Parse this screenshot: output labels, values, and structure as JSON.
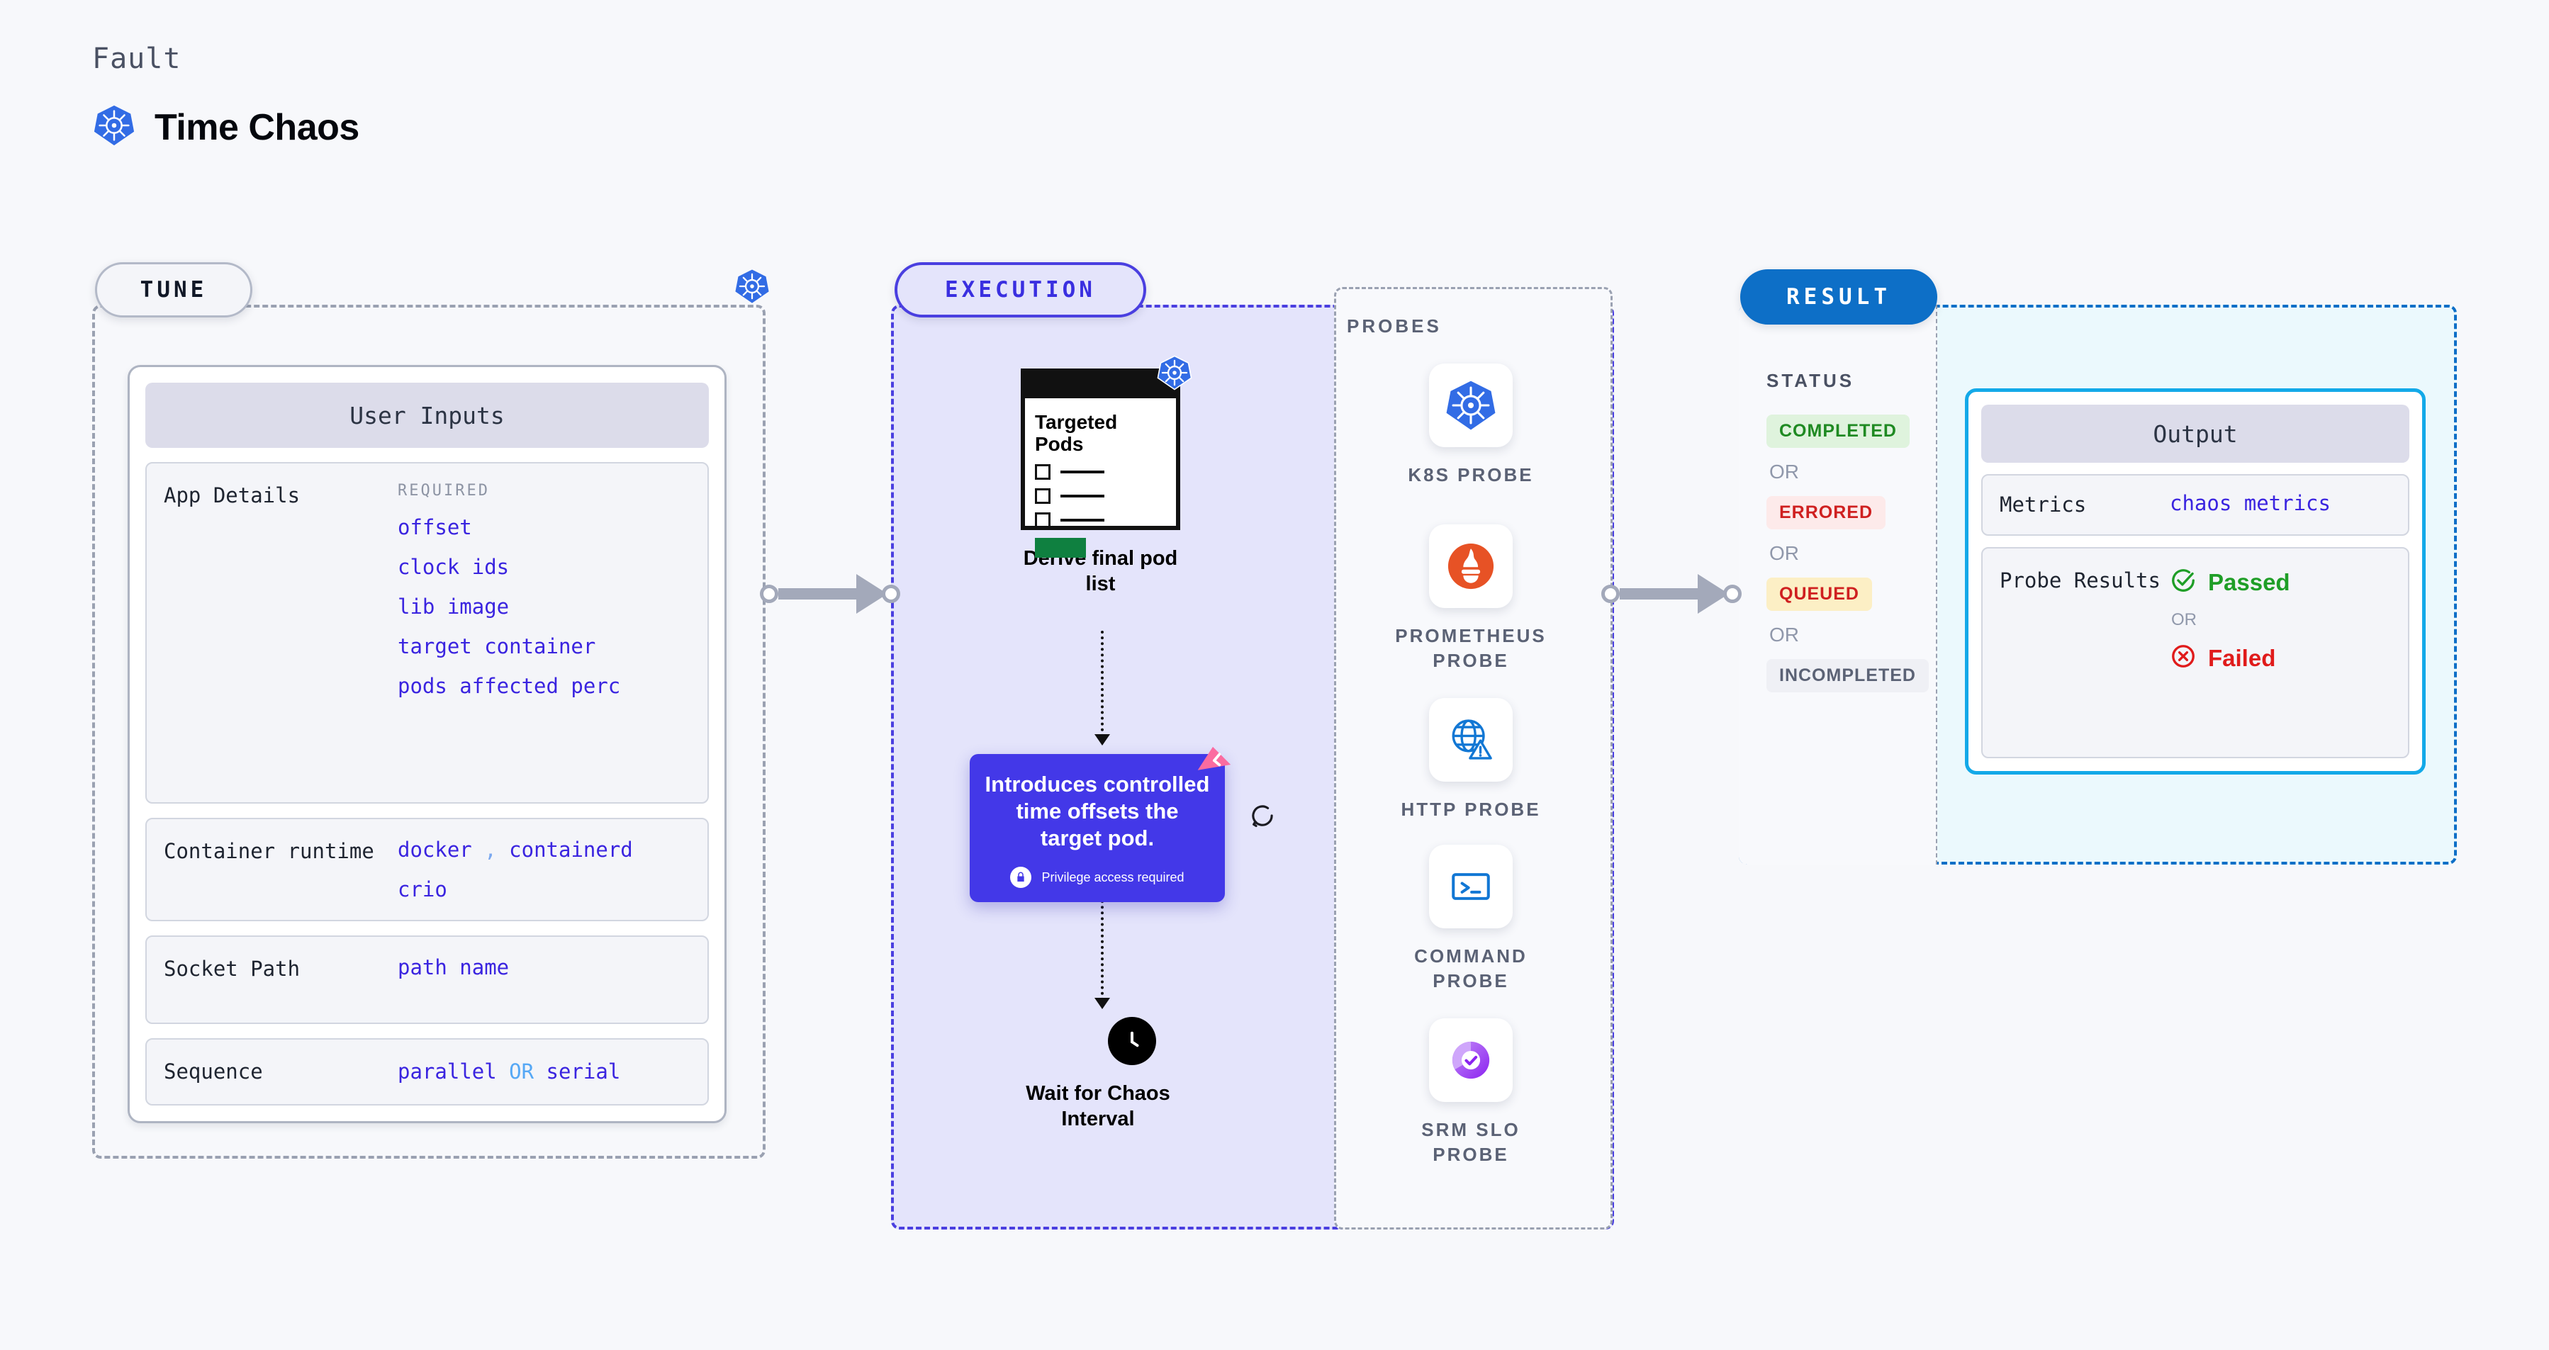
{
  "header": {
    "eyebrow": "Fault",
    "title": "Time Chaos",
    "logo_icon": "kubernetes-icon"
  },
  "tune": {
    "stage_label": "TUNE",
    "edge_icon": "kubernetes-icon",
    "card_title": "User Inputs",
    "rows": [
      {
        "label": "App Details",
        "required_label": "REQUIRED",
        "values": [
          "offset",
          "clock ids",
          "lib image",
          "target container",
          "pods affected perc"
        ]
      },
      {
        "label": "Container runtime",
        "values": [
          "docker , containerd",
          "crio"
        ],
        "value_line_1_a": "docker",
        "value_line_1_sep": ",",
        "value_line_1_b": "containerd",
        "value_line_2": "crio"
      },
      {
        "label": "Socket Path",
        "values": [
          "path name"
        ],
        "value_line_1": "path name"
      },
      {
        "label": "Sequence",
        "values": [
          "parallel OR serial"
        ],
        "value_a": "parallel",
        "value_or": "OR",
        "value_b": "serial"
      }
    ]
  },
  "execution": {
    "stage_label": "EXECUTION",
    "pods_card": {
      "heading": "Targeted Pods",
      "badge_icon": "kubernetes-icon",
      "checkbox_count": 3
    },
    "step_1_caption": "Derive final pod list",
    "fault_card": {
      "description": "Introduces controlled time offsets the target pod.",
      "privilege_note": "Privilege access required",
      "lock_icon": "lock-icon",
      "corner_icon": "clock-deco-icon"
    },
    "refresh_icon": "refresh-icon",
    "step_2_caption": "Wait for Chaos Interval",
    "step_2_icon": "clock-icon"
  },
  "probes": {
    "title": "PROBES",
    "items": [
      {
        "label": "K8S PROBE",
        "icon": "kubernetes-icon"
      },
      {
        "label": "PROMETHEUS PROBE",
        "icon": "prometheus-icon"
      },
      {
        "label": "HTTP PROBE",
        "icon": "http-globe-warning-icon"
      },
      {
        "label": "COMMAND PROBE",
        "icon": "terminal-icon"
      },
      {
        "label": "SRM SLO PROBE",
        "icon": "srm-slo-donut-icon"
      }
    ]
  },
  "result": {
    "stage_label": "RESULT",
    "status_title": "STATUS",
    "or_label": "OR",
    "statuses": [
      {
        "label": "COMPLETED",
        "bg": "#dff3dd",
        "fg": "#1f8a22"
      },
      {
        "label": "ERRORED",
        "bg": "#fdeaea",
        "fg": "#cf2020"
      },
      {
        "label": "QUEUED",
        "bg": "#fcefc5",
        "fg": "#cf2020"
      },
      {
        "label": "INCOMPLETED",
        "bg": "#eff0f5",
        "fg": "#5b6275"
      }
    ],
    "output": {
      "card_title": "Output",
      "metrics_label": "Metrics",
      "metrics_value": "chaos metrics",
      "probe_results_label": "Probe Results",
      "passed_label": "Passed",
      "passed_icon": "check-circle-icon",
      "or_label": "OR",
      "failed_label": "Failed",
      "failed_icon": "x-circle-icon"
    }
  },
  "colors": {
    "accent_purple": "#4338e8",
    "accent_blue": "#0d6fc7",
    "output_border": "#13a9e8",
    "value_blue": "#3a24e0",
    "k8s_blue": "#326ce5"
  }
}
